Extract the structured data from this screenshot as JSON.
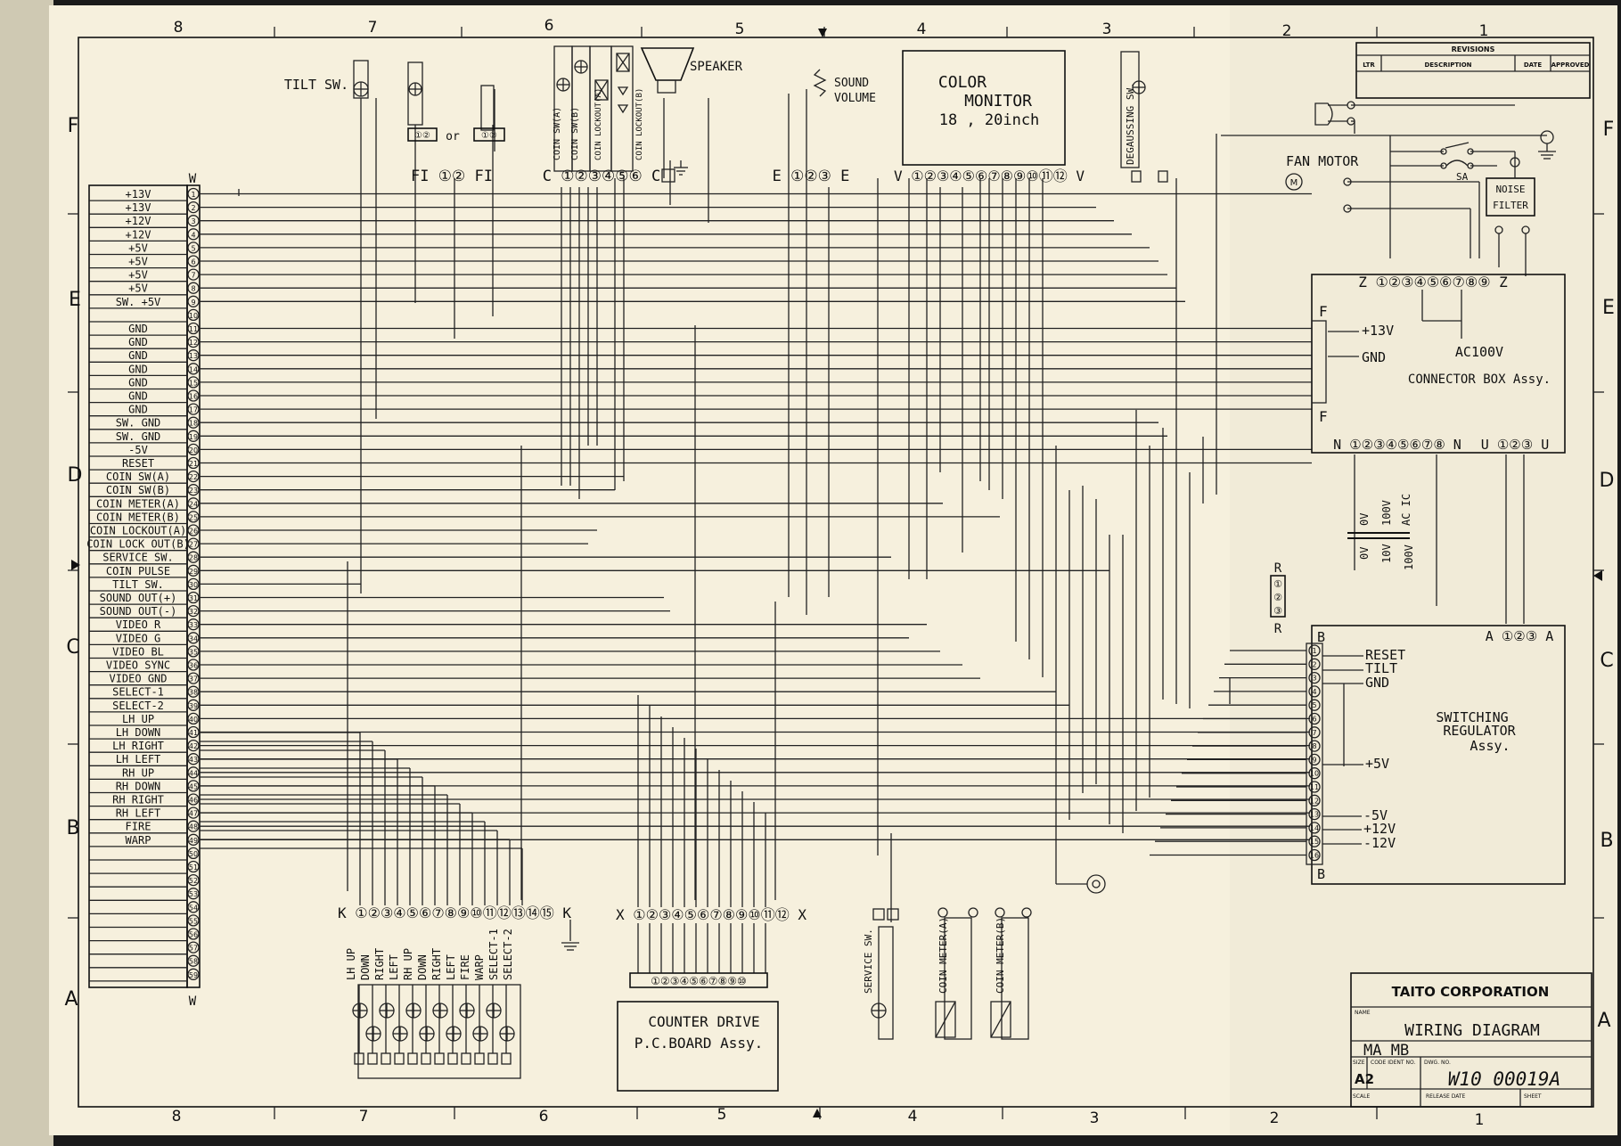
{
  "grid": {
    "cols_top": [
      "8",
      "7",
      "6",
      "5",
      "4",
      "3",
      "2",
      "1"
    ],
    "cols_bottom": [
      "8",
      "7",
      "6",
      "5",
      "4",
      "3",
      "2",
      "1"
    ],
    "rows_left": [
      "F",
      "E",
      "D",
      "C",
      "B",
      "A"
    ],
    "rows_right": [
      "F",
      "E",
      "D",
      "C",
      "B",
      "A"
    ]
  },
  "revisions": {
    "title": "REVISIONS",
    "col_ltr": "LTR",
    "col_desc": "DESCRIPTION",
    "col_date": "DATE",
    "col_approved": "APPROVED"
  },
  "w_connector": {
    "letter": "W",
    "labels": [
      "+13V",
      "+13V",
      "+12V",
      "+12V",
      "+5V",
      "+5V",
      "+5V",
      "+5V",
      "SW. +5V",
      "",
      "GND",
      "GND",
      "GND",
      "GND",
      "GND",
      "GND",
      "GND",
      "SW. GND",
      "SW. GND",
      "-5V",
      "RESET",
      "COIN SW(A)",
      "COIN SW(B)",
      "COIN METER(A)",
      "COIN METER(B)",
      "COIN LOCKOUT(A)",
      "COIN LOCK OUT(B)",
      "SERVICE SW.",
      "COIN PULSE",
      "TILT SW.",
      "SOUND OUT(+)",
      "SOUND OUT(-)",
      "VIDEO R",
      "VIDEO G",
      "VIDEO BL",
      "VIDEO SYNC",
      "VIDEO GND",
      "SELECT-1",
      "SELECT-2",
      "LH UP",
      "LH DOWN",
      "LH RIGHT",
      "LH LEFT",
      "RH UP",
      "RH DOWN",
      "RH RIGHT",
      "RH LEFT",
      "FIRE",
      "WARP",
      "",
      "",
      "",
      "",
      "",
      "",
      "",
      "",
      "",
      ""
    ]
  },
  "components": {
    "tilt_sw": "TILT SW.",
    "or_text": "or",
    "fi_conn": "FI ①② FI",
    "c_conn": "C ①②③④⑤⑥ C",
    "coin_sw_a": "COIN SW(A)",
    "coin_sw_b": "COIN SW(B)",
    "coin_lockout_a": "COIN LOCKOUT(A)",
    "coin_lockout_b": "COIN LOCKOUT(B)",
    "speaker": "SPEAKER",
    "sound_volume_1": "SOUND",
    "sound_volume_2": "VOLUME",
    "e_conn": "E ①②③ E",
    "monitor_1": "COLOR",
    "monitor_2": "MONITOR",
    "monitor_3": "18 , 20inch",
    "v_conn": "V ①②③④⑤⑥⑦⑧⑨⑩⑪⑫ V",
    "degaussing_sw": "DEGAUSSING SW.",
    "fan_motor": "FAN MOTOR",
    "sa": "SA",
    "noise_filter_1": "NOISE",
    "noise_filter_2": "FILTER",
    "z_conn": "Z ①②③④⑤⑥⑦⑧⑨ Z",
    "f_letter": "F",
    "p13v": "+13V",
    "gnd": "GND",
    "ac100v": "AC100V",
    "connector_box": "CONNECTOR BOX Assy.",
    "n_conn": "N ①②③④⑤⑥⑦⑧ N",
    "u_conn": "U ①②③ U",
    "tr_0v": "0V",
    "tr_10v": "10V",
    "tr_100v": "100V",
    "tr_acic": "AC IC",
    "r_letter": "R",
    "a_conn": "A ①②③ A",
    "b_letter": "B",
    "reset": "RESET",
    "tilt": "TILT",
    "sr_gnd": "GND",
    "p5v": "+5V",
    "m5v": "-5V",
    "p12v": "+12V",
    "m12v": "-12V",
    "switching_1": "SWITCHING",
    "switching_2": "REGULATOR",
    "switching_3": "Assy.",
    "k_conn": "K ①②③④⑤⑥⑦⑧⑨⑩⑪⑫⑬⑭⑮ K",
    "k_labels": [
      "LH UP",
      "DOWN",
      "RIGHT",
      "LEFT",
      "RH UP",
      "DOWN",
      "RIGHT",
      "LEFT",
      "FIRE",
      "WARP",
      "SELECT-1",
      "SELECT-2"
    ],
    "x_conn": "X ①②③④⑤⑥⑦⑧⑨⑩⑪⑫ X",
    "counter_conn": "①②③④⑤⑥⑦⑧⑨⑩",
    "counter_1": "COUNTER DRIVE",
    "counter_2": "P.C.BOARD Assy.",
    "service_sw": "SERVICE SW.",
    "coin_meter_a": "COIN METER(A)",
    "coin_meter_b": "COIN METER(B)"
  },
  "title_block": {
    "company": "TAITO CORPORATION",
    "name_label": "NAME",
    "title": "WIRING DIAGRAM",
    "model": "MA  MB",
    "size_label": "SIZE",
    "size": "A2",
    "code_label": "CODE IDENT NO.",
    "dwg_label": "DWG. NO.",
    "dwg_no": "W10  00019A",
    "scale_label": "SCALE",
    "release_label": "RELEASE DATE",
    "sheet_label": "SHEET"
  },
  "colors": {
    "paper": "#f6f0dd",
    "ink": "#111111",
    "binding": "#d8d2bd",
    "background": "#1a1a1a"
  }
}
